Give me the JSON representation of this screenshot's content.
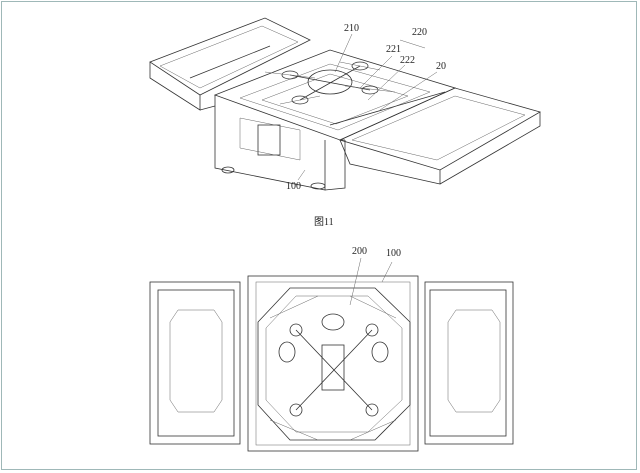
{
  "figure_top": {
    "caption": "图11",
    "labels": {
      "l210": "210",
      "l220": "220",
      "l221": "221",
      "l222": "222",
      "l20": "20",
      "l100": "100"
    }
  },
  "figure_bottom": {
    "labels": {
      "l200": "200",
      "l100": "100"
    }
  }
}
